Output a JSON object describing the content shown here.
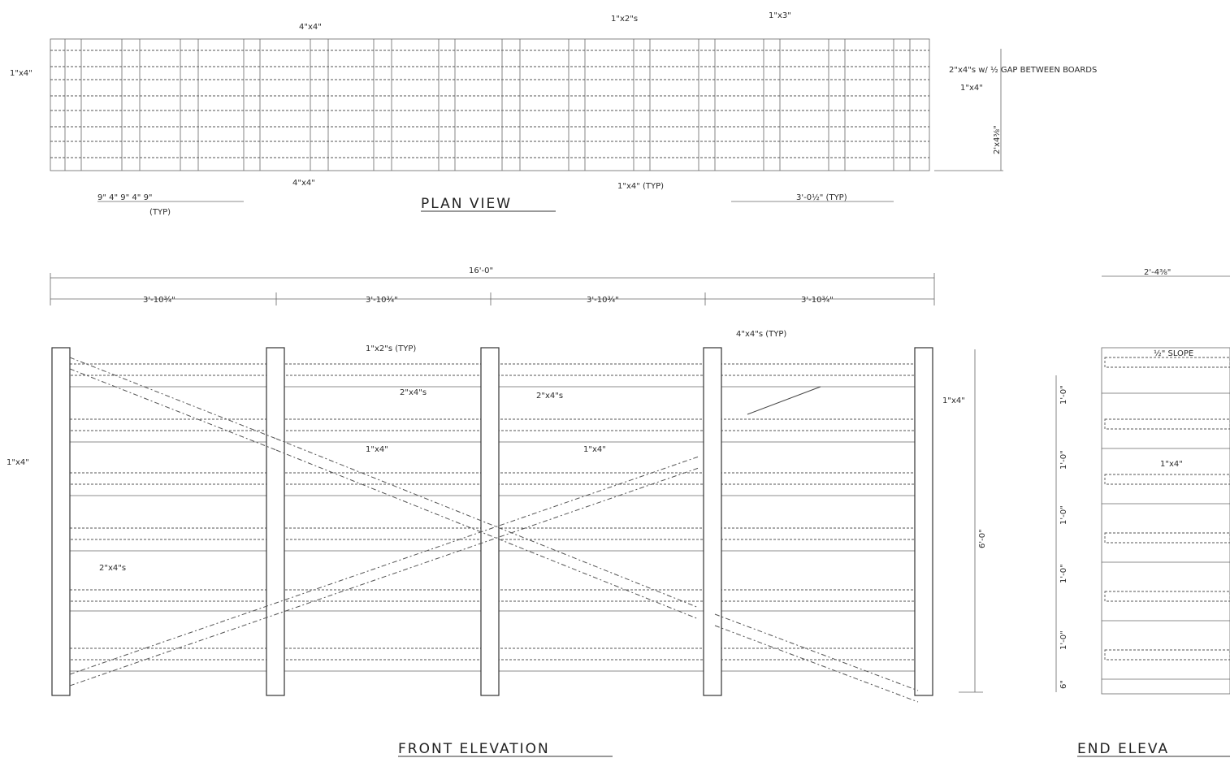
{
  "plan_view": {
    "title": "PLAN VIEW",
    "labels": {
      "l_4x4_top": "4\"x4\"",
      "l_1x2_top": "1\"x2\"s",
      "l_1x3_top": "1\"x3\"",
      "l_1x4_left": "1\"x4\"",
      "l_gap": "2\"x4\"s w/ ½ GAP BETWEEN BOARDS",
      "l_1x4_right": "1\"x4\"",
      "l_depth": "2'x4⅜\"",
      "l_4x4_bottom": "4\"x4\"",
      "l_1x4_typ": "1\"x4\" (TYP)",
      "l_spacing": "9\"  4\"  9\"  4\"  9\"",
      "l_typ": "(TYP)",
      "l_308_typ": "3'-0½\" (TYP)"
    }
  },
  "front_elevation": {
    "title": "FRONT ELEVATION",
    "overall": "16'-0\"",
    "bays": [
      "3'-10¾\"",
      "3'-10¾\"",
      "3'-10¾\"",
      "3'-10¾\""
    ],
    "labels": {
      "l_4x4_typ": "4\"x4\"s (TYP)",
      "l_1x2_typ": "1\"x2\"s (TYP)",
      "l_2x4_a": "2\"x4\"s",
      "l_2x4_b": "2\"x4\"s",
      "l_1x4_right": "1\"x4\"",
      "l_1x4_left": "1\"x4\"",
      "l_1x4_mid_a": "1\"x4\"",
      "l_1x4_mid_b": "1\"x4\"",
      "l_2x4_low": "2\"x4\"s",
      "l_height": "6'-0\""
    }
  },
  "end_elevation": {
    "title": "END ELEVA",
    "width": "2'-4⅜\"",
    "slope": "½\" SLOPE",
    "l_1x4": "1\"x4\"",
    "spacings": [
      "1'-0\"",
      "1'-0\"",
      "1'-0\"",
      "1'-0\"",
      "1'-0\"",
      "6\""
    ]
  }
}
